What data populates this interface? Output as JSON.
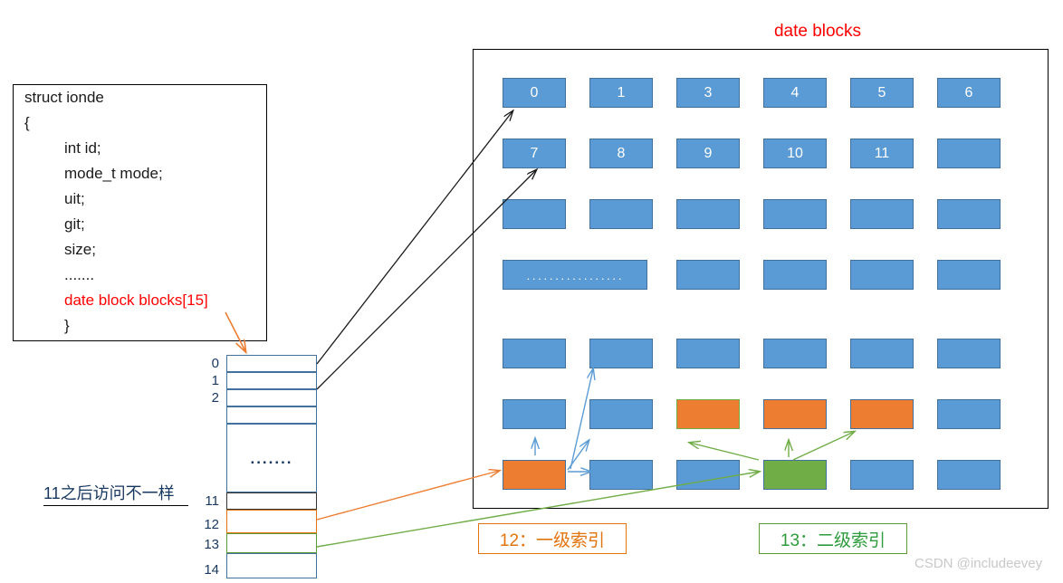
{
  "diagram": {
    "title": "date blocks",
    "title_color": "#ff0000",
    "watermark": "CSDN @includeevey"
  },
  "struct_box": {
    "lines": [
      {
        "text": "struct ionde",
        "indent": false,
        "color": "#1a1a1a"
      },
      {
        "text": "{",
        "indent": false,
        "color": "#1a1a1a"
      },
      {
        "text": "int id;",
        "indent": true,
        "color": "#1a1a1a"
      },
      {
        "text": "mode_t mode;",
        "indent": true,
        "color": "#1a1a1a"
      },
      {
        "text": "uit;",
        "indent": true,
        "color": "#1a1a1a"
      },
      {
        "text": "git;",
        "indent": true,
        "color": "#1a1a1a"
      },
      {
        "text": "size;",
        "indent": true,
        "color": "#1a1a1a"
      },
      {
        "text": ".......",
        "indent": true,
        "color": "#1a1a1a"
      },
      {
        "text": "date block blocks[15]",
        "indent": true,
        "color": "#ff0000"
      },
      {
        "text": "}",
        "indent": true,
        "color": "#1a1a1a"
      }
    ]
  },
  "inode_table": {
    "note": "11之后访问不一样",
    "ellipsis": ".......",
    "rows": [
      {
        "index": "0",
        "label": "0",
        "border": "blue"
      },
      {
        "index": "1",
        "label": "1",
        "border": "blue"
      },
      {
        "index": "2",
        "label": "2",
        "border": "blue"
      },
      {
        "index": "3",
        "label": "",
        "border": "blue"
      },
      {
        "index": "4",
        "label": "",
        "border": "blue"
      },
      {
        "index": "11",
        "label": "11",
        "border": "dark"
      },
      {
        "index": "12",
        "label": "12",
        "border": "orange"
      },
      {
        "index": "13",
        "label": "13",
        "border": "green"
      },
      {
        "index": "14",
        "label": "14",
        "border": "blue"
      }
    ]
  },
  "data_blocks": {
    "rows": [
      [
        {
          "label": "0",
          "color": "blue"
        },
        {
          "label": "1",
          "color": "blue"
        },
        {
          "label": "3",
          "color": "blue"
        },
        {
          "label": "4",
          "color": "blue"
        },
        {
          "label": "5",
          "color": "blue"
        },
        {
          "label": "6",
          "color": "blue"
        }
      ],
      [
        {
          "label": "7",
          "color": "blue"
        },
        {
          "label": "8",
          "color": "blue"
        },
        {
          "label": "9",
          "color": "blue"
        },
        {
          "label": "10",
          "color": "blue"
        },
        {
          "label": "11",
          "color": "blue"
        },
        {
          "label": "",
          "color": "blue"
        }
      ],
      [
        {
          "label": "",
          "color": "blue"
        },
        {
          "label": "",
          "color": "blue"
        },
        {
          "label": "",
          "color": "blue"
        },
        {
          "label": "",
          "color": "blue"
        },
        {
          "label": "",
          "color": "blue"
        },
        {
          "label": "",
          "color": "blue"
        }
      ],
      [
        {
          "label": "·················",
          "color": "blue",
          "wide": true
        },
        {
          "label": "",
          "color": "blue"
        },
        {
          "label": "",
          "color": "blue"
        },
        {
          "label": "",
          "color": "blue"
        },
        {
          "label": "",
          "color": "blue"
        }
      ],
      [
        {
          "label": "",
          "color": "blue"
        },
        {
          "label": "",
          "color": "blue"
        },
        {
          "label": "",
          "color": "blue"
        },
        {
          "label": "",
          "color": "blue"
        },
        {
          "label": "",
          "color": "blue"
        },
        {
          "label": "",
          "color": "blue"
        }
      ],
      [
        {
          "label": "",
          "color": "blue"
        },
        {
          "label": "",
          "color": "blue"
        },
        {
          "label": "",
          "color": "orange",
          "green_border": true
        },
        {
          "label": "",
          "color": "orange"
        },
        {
          "label": "",
          "color": "orange"
        },
        {
          "label": "",
          "color": "blue"
        }
      ],
      [
        {
          "label": "",
          "color": "orange"
        },
        {
          "label": "",
          "color": "blue"
        },
        {
          "label": "",
          "color": "blue"
        },
        {
          "label": "",
          "color": "green"
        },
        {
          "label": "",
          "color": "blue"
        },
        {
          "label": "",
          "color": "blue"
        }
      ]
    ]
  },
  "legends": [
    {
      "text": "12：一级索引",
      "color": "#E2740D"
    },
    {
      "text": "13：二级索引",
      "color": "#2E9B3C"
    }
  ],
  "colors": {
    "block_blue": "#5B9BD5",
    "block_orange": "#ED7D31",
    "block_green": "#70AD47",
    "arrow_black": "#1a1a1a",
    "arrow_blue": "#5B9BD5",
    "arrow_orange": "#ED7D31",
    "arrow_green": "#70AD47"
  }
}
